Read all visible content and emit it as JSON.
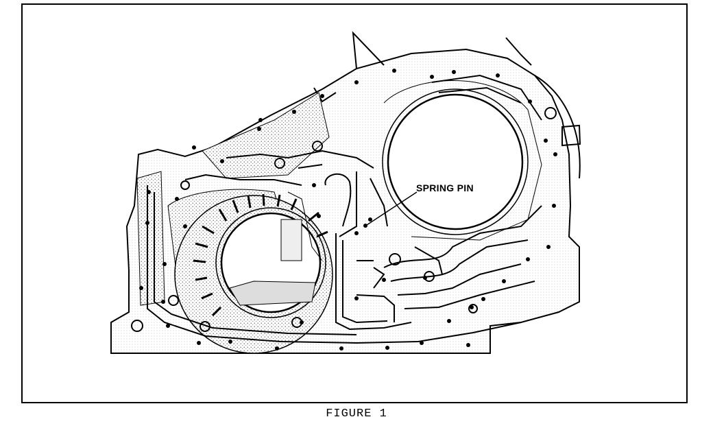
{
  "figure": {
    "caption": "FIGURE 1",
    "callout_label": "SPRING PIN",
    "subject": "transmission-case-valve-body-illustration"
  }
}
